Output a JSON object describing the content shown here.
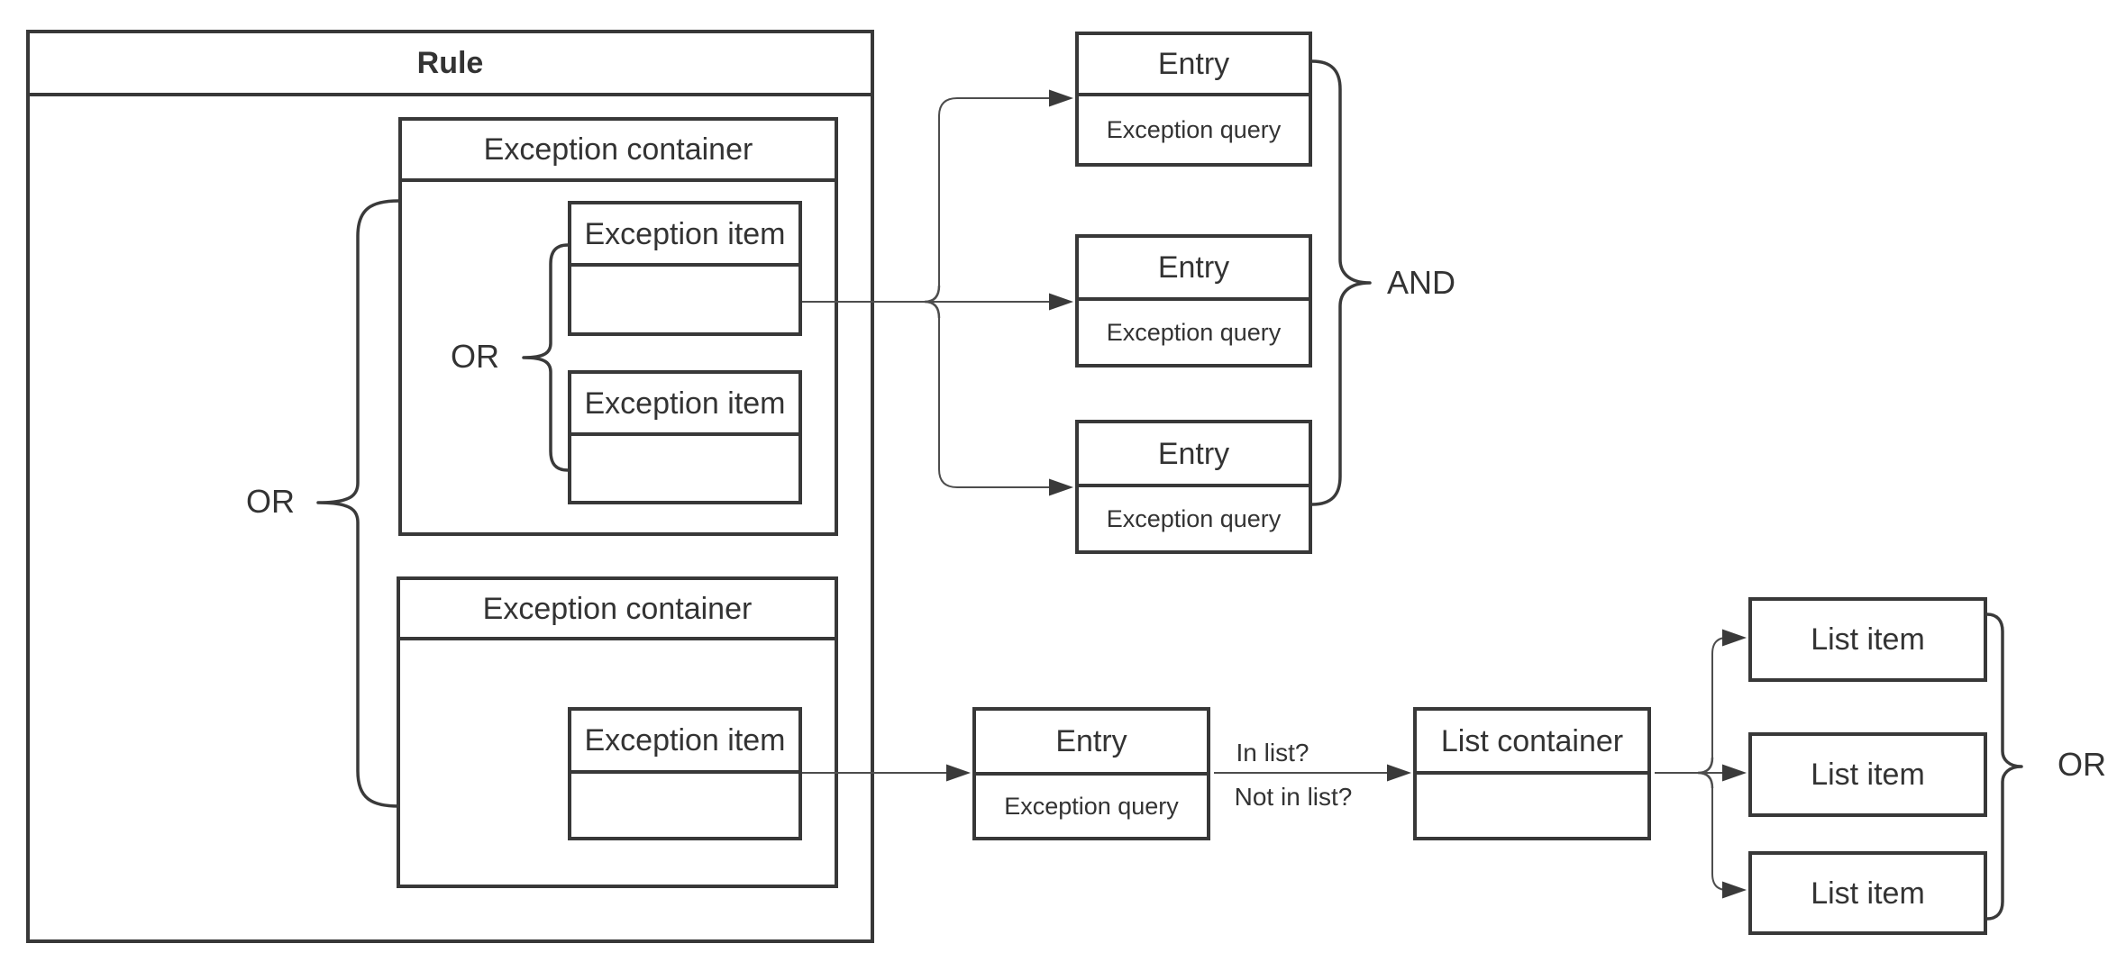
{
  "diagram": {
    "rule": {
      "title": "Rule"
    },
    "exception_container_1": {
      "title": "Exception container"
    },
    "exception_item_1": {
      "title": "Exception item"
    },
    "exception_item_2": {
      "title": "Exception item"
    },
    "exception_container_2": {
      "title": "Exception container"
    },
    "exception_item_3": {
      "title": "Exception item"
    },
    "entry_1": {
      "title": "Entry",
      "query": "Exception query"
    },
    "entry_2": {
      "title": "Entry",
      "query": "Exception query"
    },
    "entry_3": {
      "title": "Entry",
      "query": "Exception query"
    },
    "entry_4": {
      "title": "Entry",
      "query": "Exception query"
    },
    "list_container": {
      "title": "List container"
    },
    "list_item_1": {
      "label": "List item"
    },
    "list_item_2": {
      "label": "List item"
    },
    "list_item_3": {
      "label": "List item"
    },
    "operators": {
      "outer_or": "OR",
      "inner_or": "OR",
      "and": "AND",
      "list_or": "OR"
    },
    "edge_labels": {
      "in_list": "In list?",
      "not_in_list": "Not in list?"
    },
    "colors": {
      "stroke": "#383838",
      "connector": "#4d4d4d",
      "text": "#333333",
      "background": "#ffffff"
    }
  }
}
